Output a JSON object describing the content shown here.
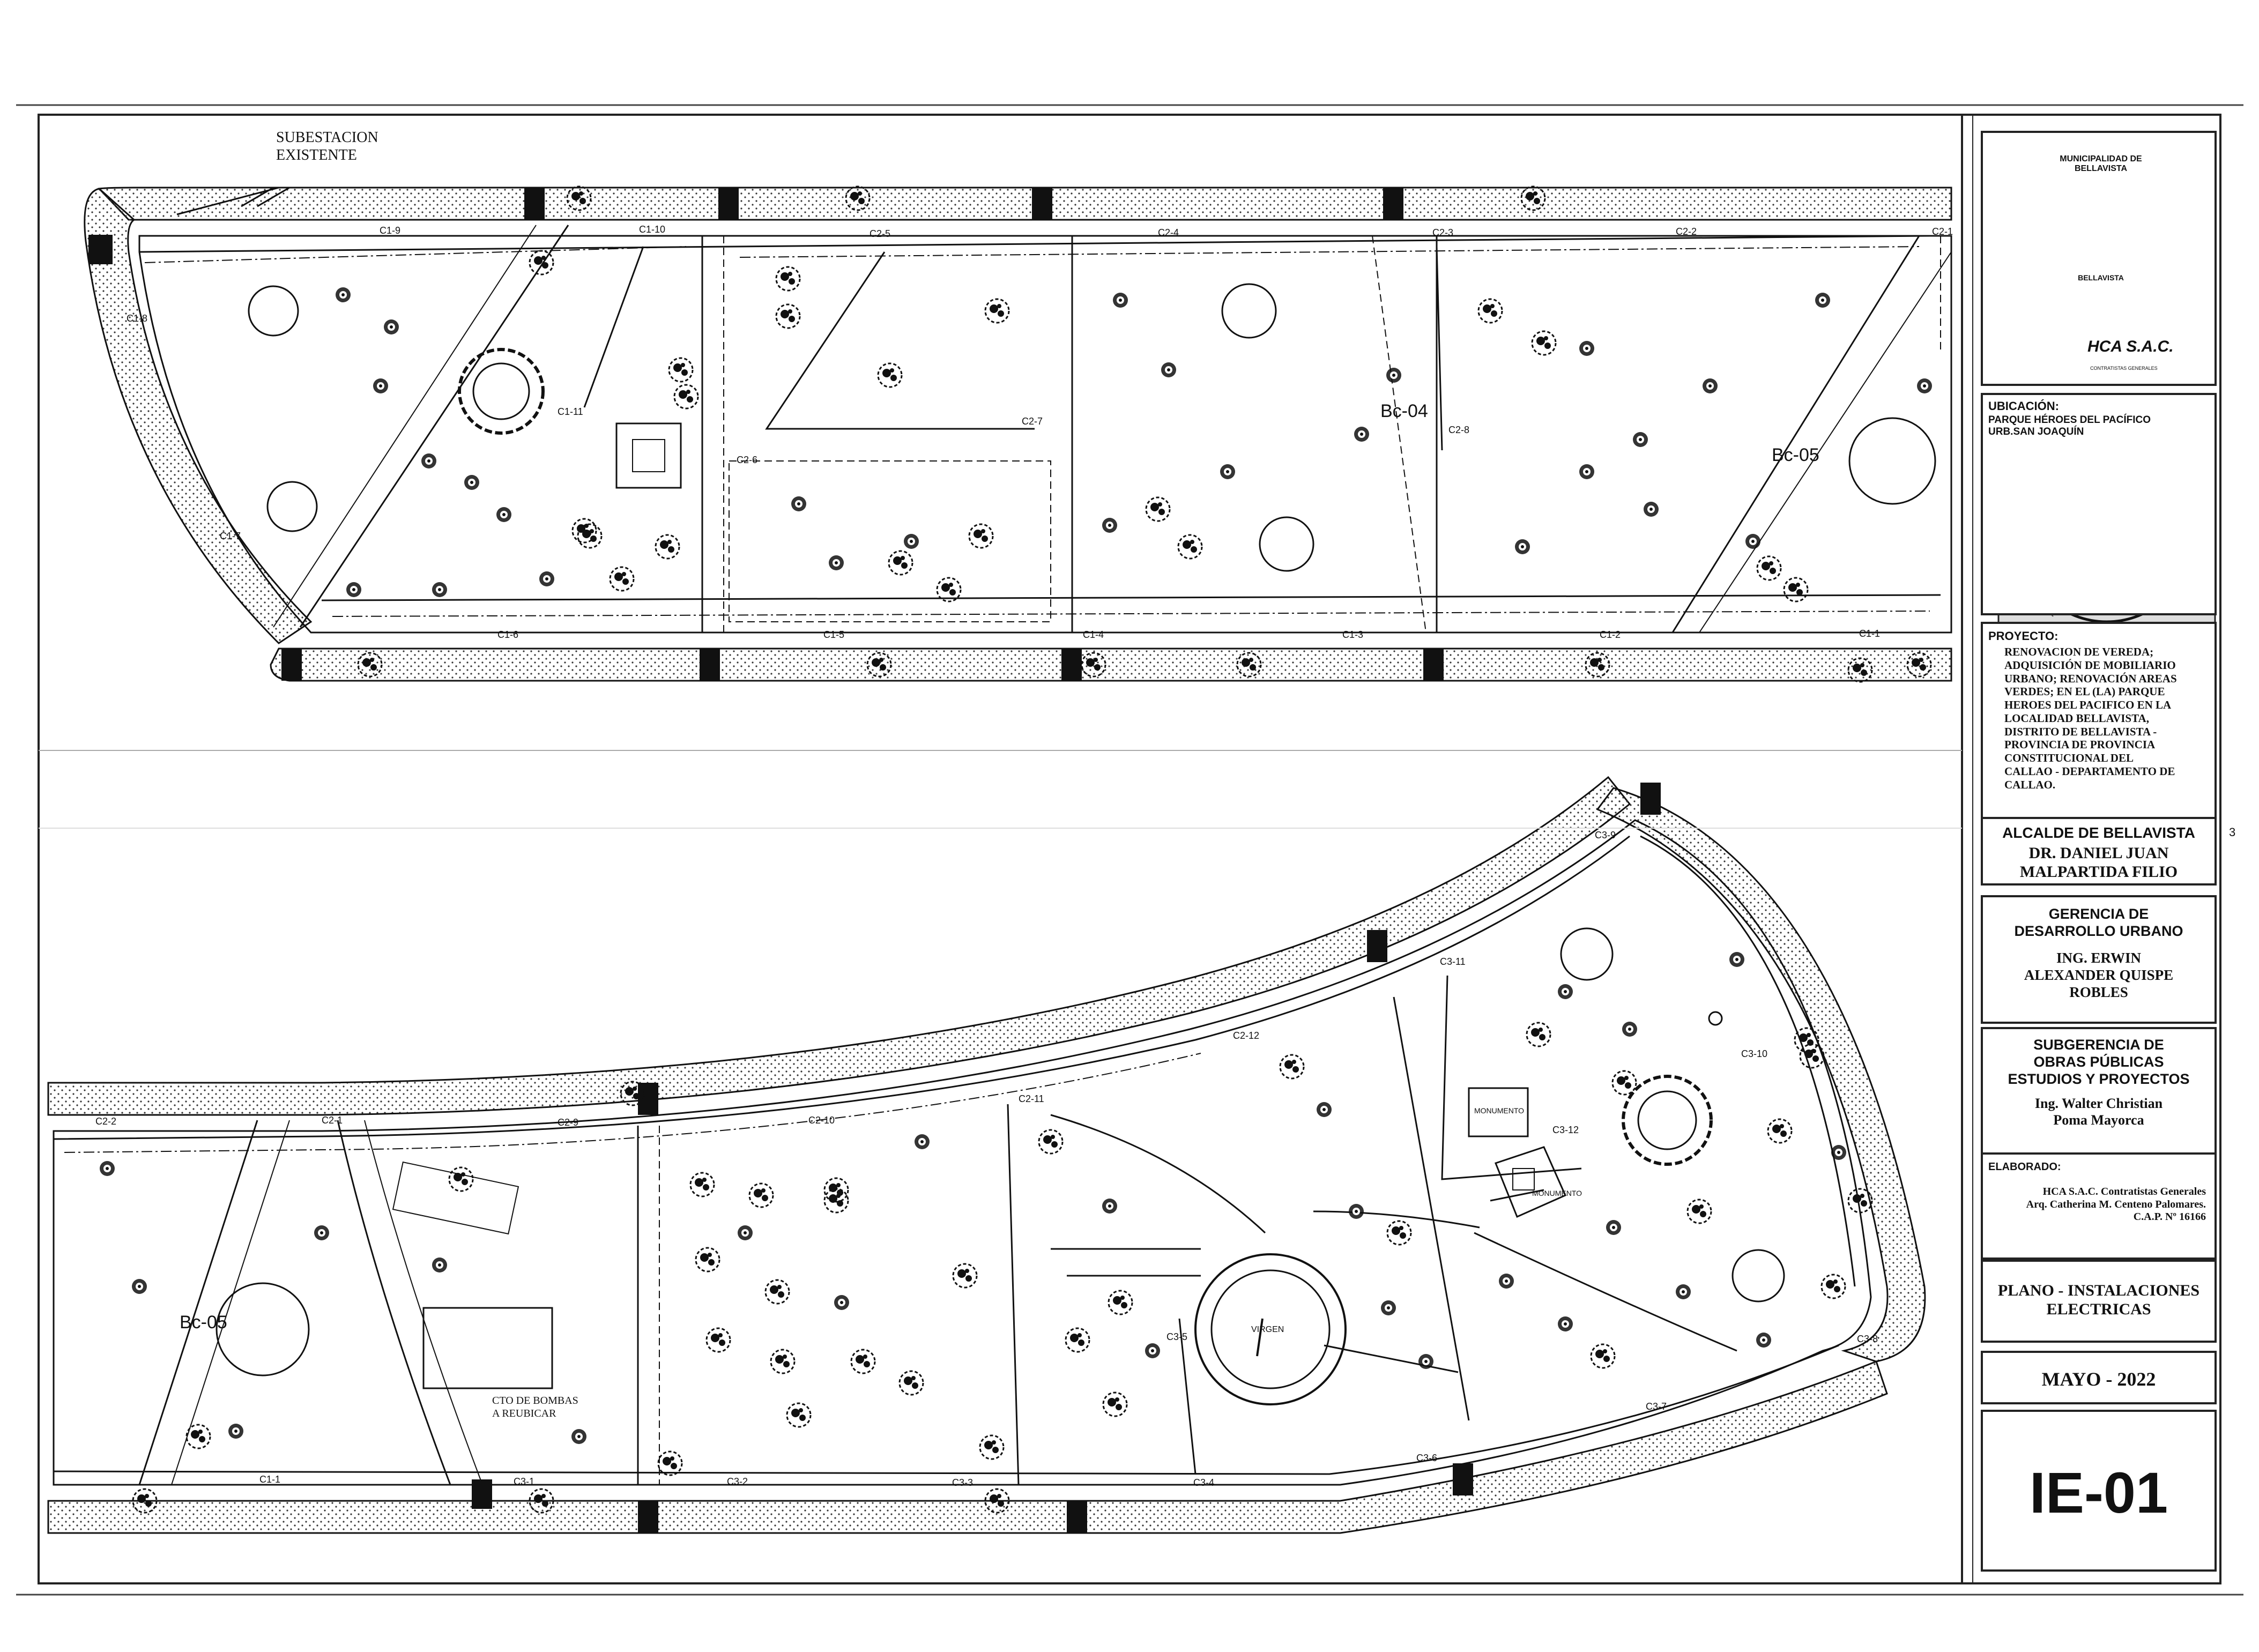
{
  "sheet": {
    "substation_label": [
      "SUBESTACION",
      "EXISTENTE"
    ],
    "zone_labels": [
      "Bc-04",
      "Bc-05",
      "Bc-05"
    ],
    "upper_circuit_labels_top": [
      "C1-9",
      "C1-10",
      "C2-5",
      "C2-4",
      "C2-3",
      "C2-2",
      "C2-1"
    ],
    "upper_circuit_labels_bottom": [
      "C1-6",
      "C1-5",
      "C1-4",
      "C1-3",
      "C1-2",
      "C1-1"
    ],
    "upper_circuit_labels_misc": [
      "C1-8",
      "C1-7",
      "C2-6",
      "C2-7",
      "C2-8",
      "C1-11"
    ],
    "lower_circuit_labels_top": [
      "C2-2",
      "C2-1",
      "C2-9",
      "C2-10",
      "C2-11",
      "C2-12"
    ],
    "lower_circuit_labels_bottom": [
      "C1-1",
      "C3-1",
      "C3-2",
      "C3-3",
      "C3-4",
      "C3-6",
      "C3-7",
      "C3-8"
    ],
    "lower_circuit_labels_misc": [
      "C3-9",
      "C3-10",
      "C3-11",
      "C3-12",
      "C3-5"
    ],
    "feature_labels": [
      "MONUMENTO",
      "MONUMENTO",
      "VIRGEN"
    ],
    "pump_room_label": [
      "CTO DE BOMBAS",
      "A REUBICAR"
    ],
    "margin_mark": "3"
  },
  "title_block": {
    "logo_text": "MUNICIPALIDAD DE BELLAVISTA",
    "logo_subtext": "BELLAVISTA",
    "contractor_logo": "HCA S.A.C.",
    "contractor_tagline": "CONTRATISTAS GENERALES",
    "location_heading": "UBICACIÓN:",
    "location_lines": [
      "PARQUE HÉROES DEL PACÍFICO",
      "URB.SAN JOAQUÍN"
    ],
    "project_heading": "PROYECTO:",
    "project_lines": [
      "RENOVACION DE VEREDA;",
      "ADQUISICIÓN DE MOBILIARIO",
      "URBANO; RENOVACIÓN AREAS",
      "VERDES; EN EL (LA) PARQUE",
      "HEROES DEL PACIFICO EN LA",
      "LOCALIDAD BELLAVISTA,",
      "DISTRITO DE BELLAVISTA -",
      "PROVINCIA DE PROVINCIA",
      "CONSTITUCIONAL DEL",
      "CALLAO - DEPARTAMENTO DE",
      "CALLAO."
    ],
    "mayor_title": "ALCALDE DE BELLAVISTA",
    "mayor_name": [
      "DR. DANIEL JUAN",
      "MALPARTIDA FILIO"
    ],
    "urban_title": [
      "GERENCIA DE",
      "DESARROLLO URBANO"
    ],
    "urban_name": [
      "ING. ERWIN",
      "ALEXANDER QUISPE",
      "ROBLES"
    ],
    "works_title": [
      "SUBGERENCIA DE",
      "OBRAS PÚBLICAS",
      "ESTUDIOS Y PROYECTOS"
    ],
    "works_name": [
      "Ing. Walter Christian",
      "Poma Mayorca"
    ],
    "prepared_heading": "ELABORADO:",
    "prepared_lines": [
      "HCA S.A.C. Contratistas Generales",
      "Arq. Catherina M. Centeno Palomares.",
      "C.A.P. Nº 16166"
    ],
    "plan_title": [
      "PLANO - INSTALACIONES",
      "ELECTRICAS"
    ],
    "date": "MAYO - 2022",
    "sheet_number": "IE-01"
  },
  "colors": {
    "ink": "#111111",
    "paper": "#ffffff",
    "line": "#222222"
  }
}
